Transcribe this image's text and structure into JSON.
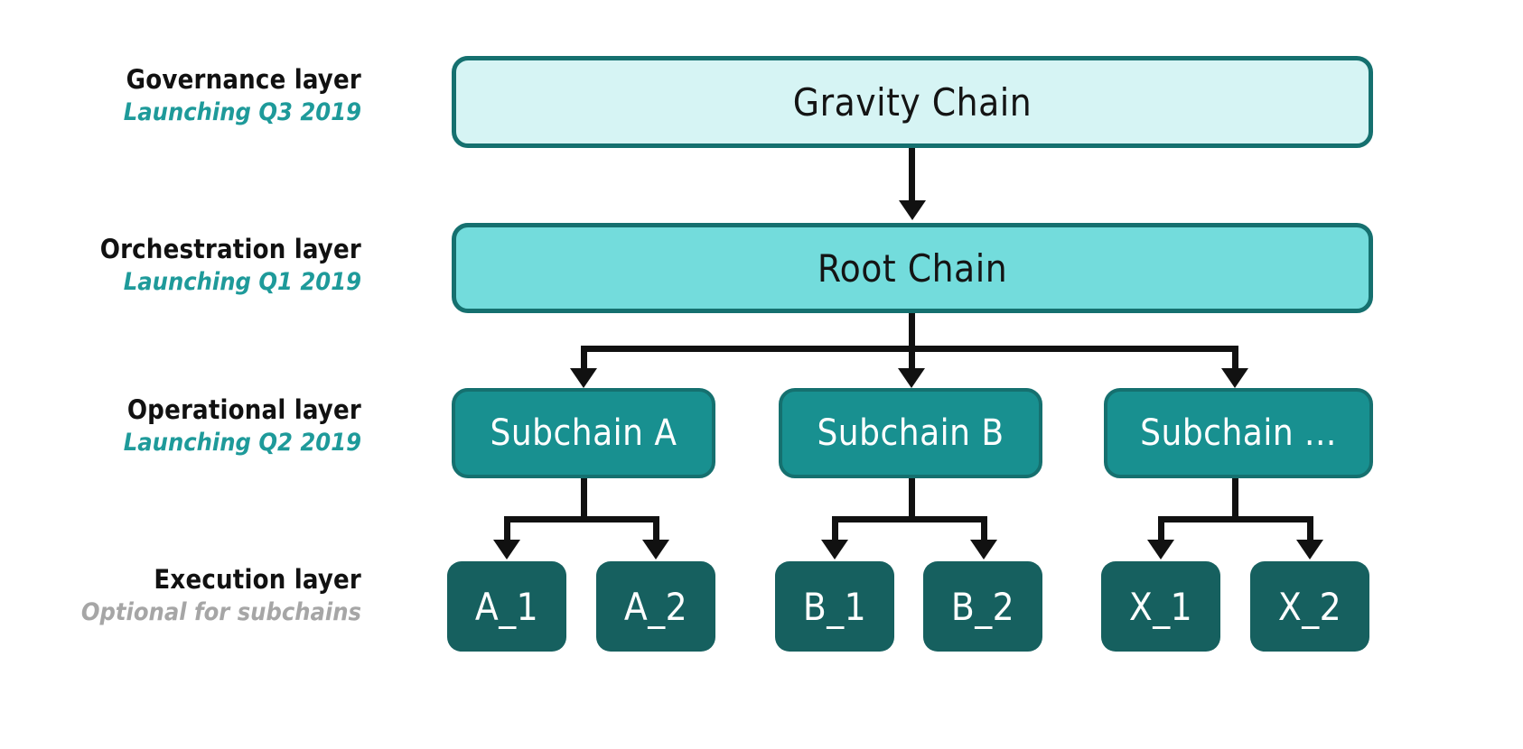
{
  "diagram": {
    "type": "hierarchy",
    "title": "",
    "layers": [
      {
        "id": "governance",
        "title": "Governance layer",
        "subtitle": "Launching Q3 2019",
        "subtitle_color": "#1e9a9a"
      },
      {
        "id": "orchestration",
        "title": "Orchestration layer",
        "subtitle": "Launching Q1 2019",
        "subtitle_color": "#1e9a9a"
      },
      {
        "id": "operational",
        "title": "Operational layer",
        "subtitle": "Launching Q2 2019",
        "subtitle_color": "#1e9a9a"
      },
      {
        "id": "execution",
        "title": "Execution layer",
        "subtitle": "Optional for subchains",
        "subtitle_color": "#a6a6a6"
      }
    ],
    "nodes": {
      "governance": [
        {
          "label": "Gravity Chain"
        }
      ],
      "orchestration": [
        {
          "label": "Root Chain"
        }
      ],
      "operational": [
        {
          "label": "Subchain A"
        },
        {
          "label": "Subchain B"
        },
        {
          "label": "Subchain ..."
        }
      ],
      "execution": [
        {
          "label": "A_1"
        },
        {
          "label": "A_2"
        },
        {
          "label": "B_1"
        },
        {
          "label": "B_2"
        },
        {
          "label": "X_1"
        },
        {
          "label": "X_2"
        }
      ]
    },
    "colors": {
      "gravity_fill": "#d6f4f4",
      "root_fill": "#73dcdc",
      "subchain_fill": "#189090",
      "leaf_fill": "#16605f",
      "border": "#15706f",
      "connector": "#111111",
      "title_text": "#111111",
      "accent_teal": "#1e9a9a",
      "muted_gray": "#a6a6a6",
      "background": "#ffffff"
    }
  }
}
